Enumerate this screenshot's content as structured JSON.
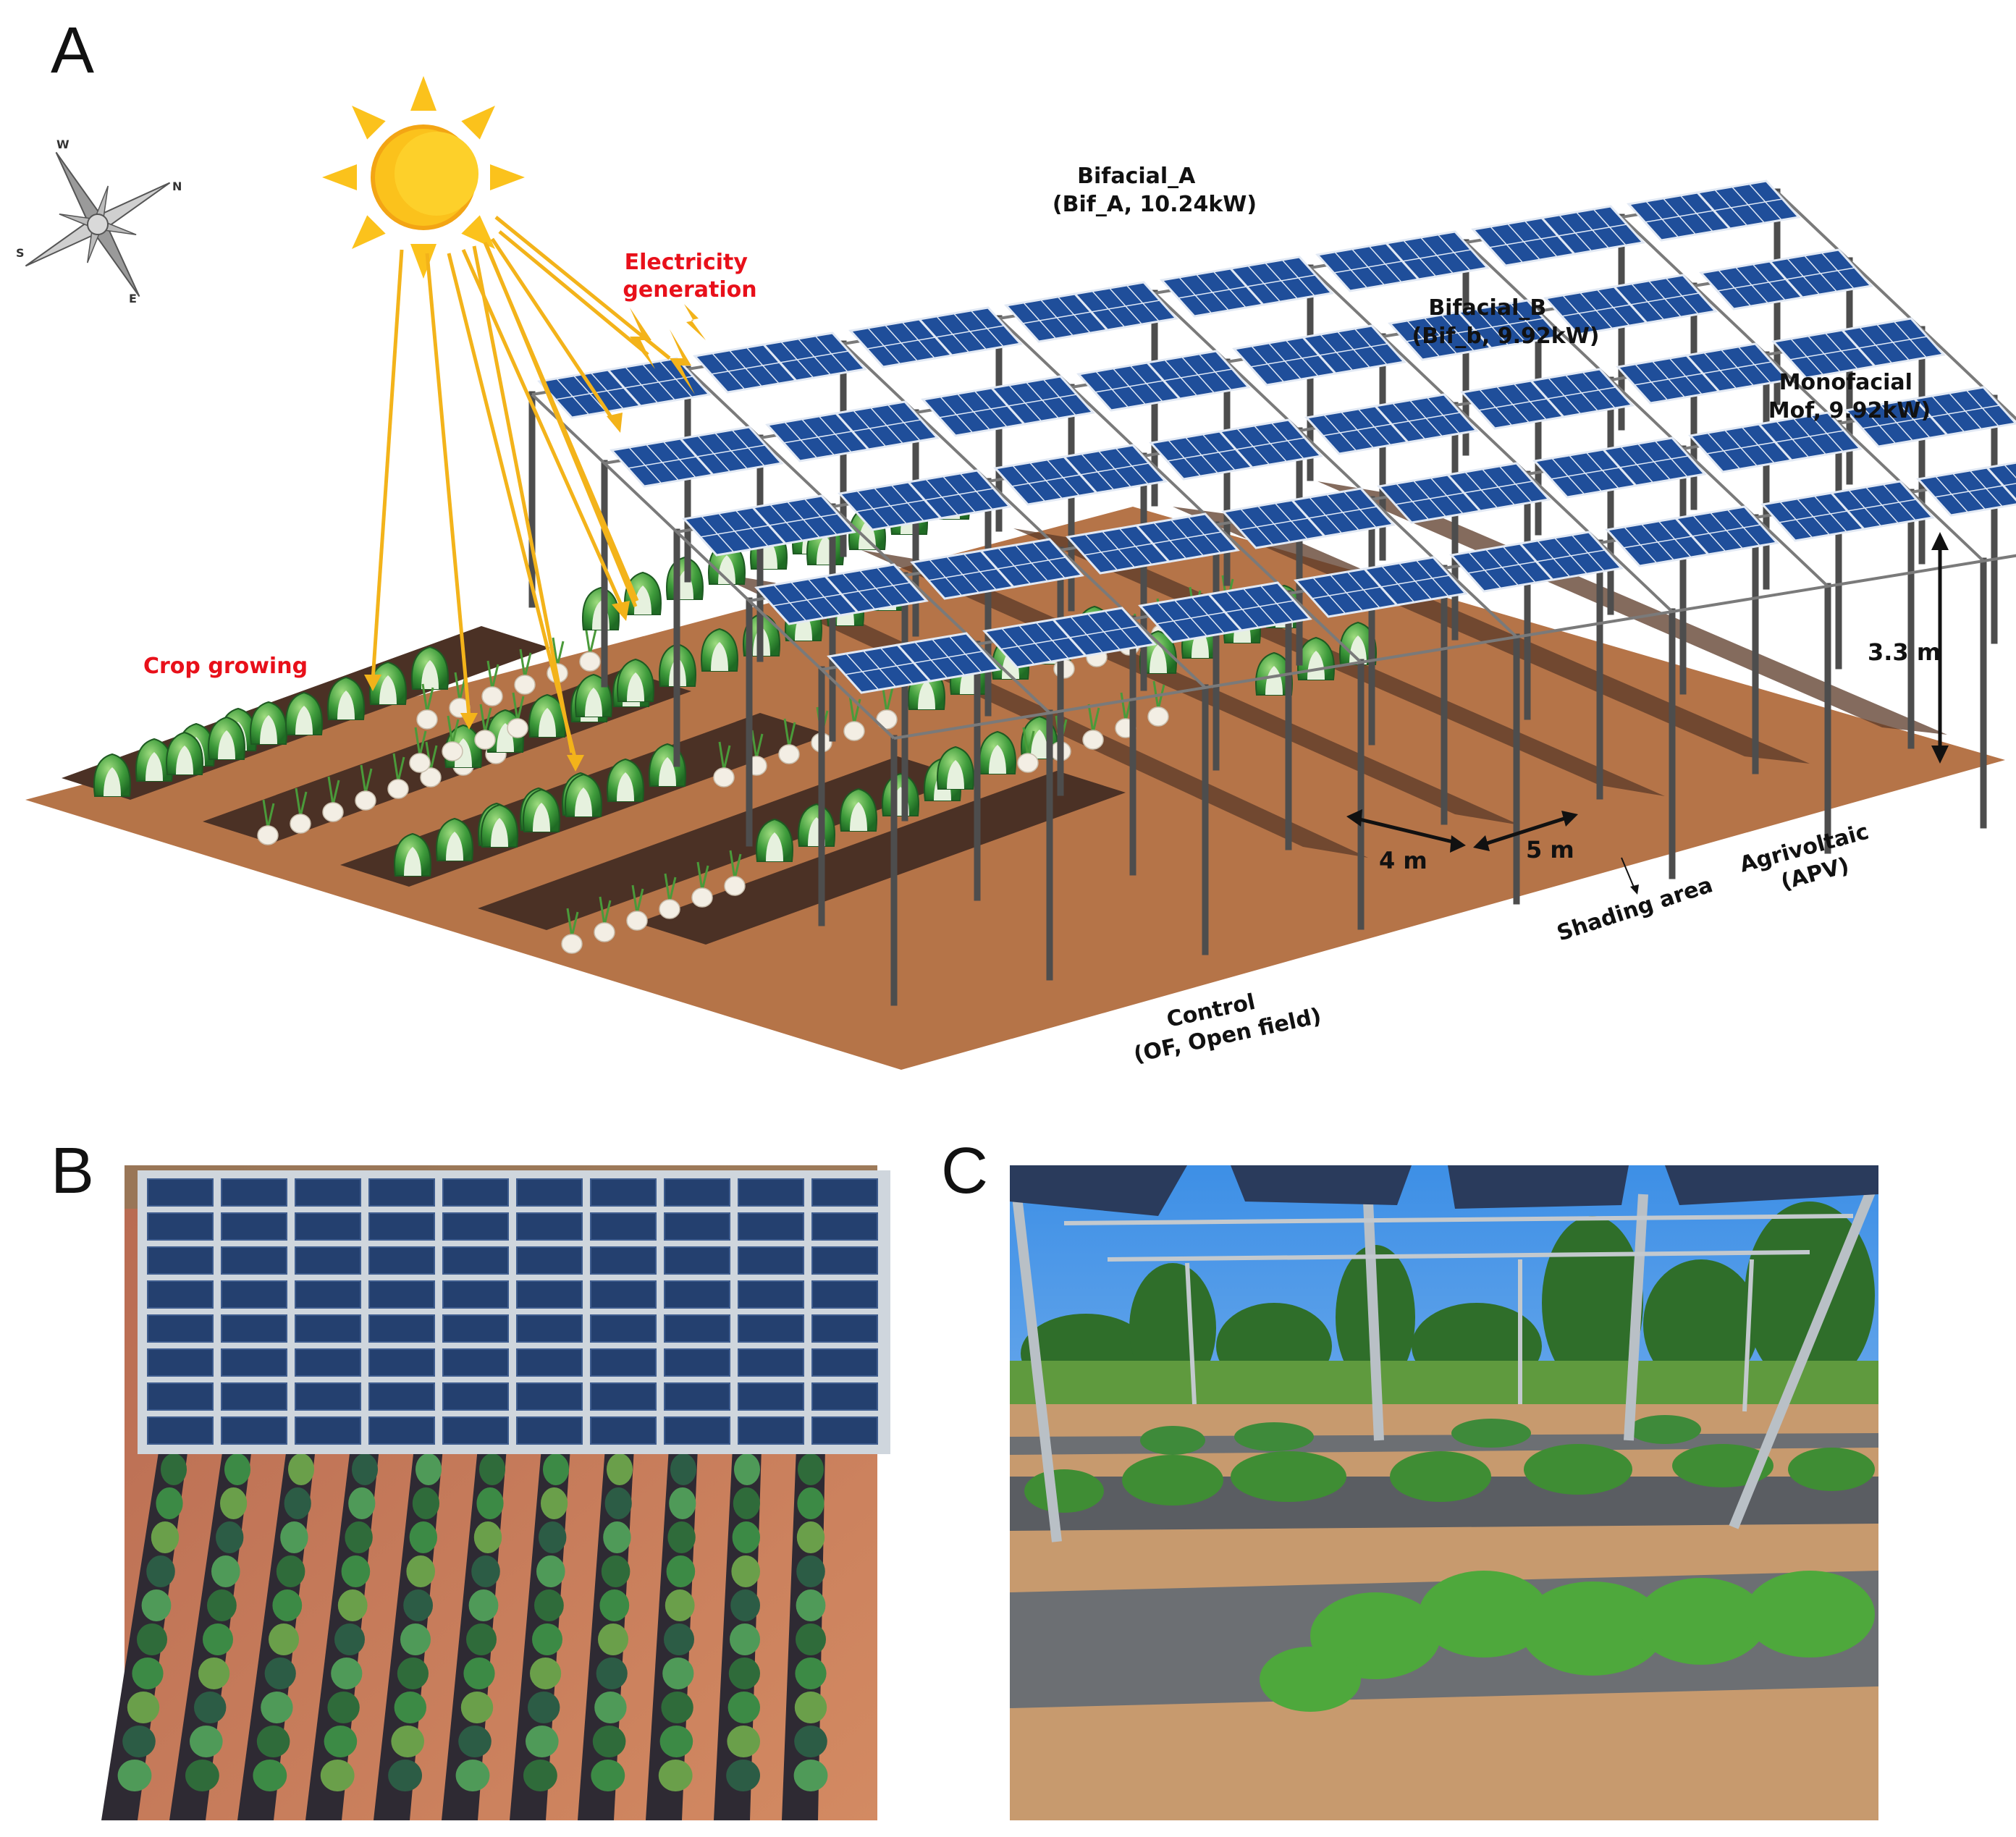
{
  "panels": {
    "a": "A",
    "b": "B",
    "c": "C"
  },
  "labels": {
    "electricity": [
      "Electricity",
      "generation"
    ],
    "crop": "Crop growing",
    "bif_a": [
      "Bifacial_A",
      "(Bif_A, 10.24kW)"
    ],
    "bif_b": [
      "Bifacial_B",
      "(Bif_b, 9.92kW)"
    ],
    "mof": [
      "Monofacial",
      "Mof, 9.92kW)"
    ],
    "height": "3.3 m",
    "w4": "4 m",
    "w5": "5 m",
    "shading": "Shading area",
    "apv": [
      "Agrivoltaic",
      "(APV)"
    ],
    "control": [
      "Control",
      "(OF, Open field)"
    ]
  },
  "compass": {
    "w": "W",
    "n": "N",
    "s": "S",
    "e": "E"
  },
  "colors": {
    "soil": "#b57448",
    "soil_dark": "#4b3125",
    "panel": "#1f4e9a",
    "panel_line": "#dfe8f5",
    "post": "#4d4d4d",
    "sun": "#fbc21c",
    "ray": "#f3b31a",
    "cabbage": "#3e9b3b",
    "red_text": "#e8101a"
  }
}
